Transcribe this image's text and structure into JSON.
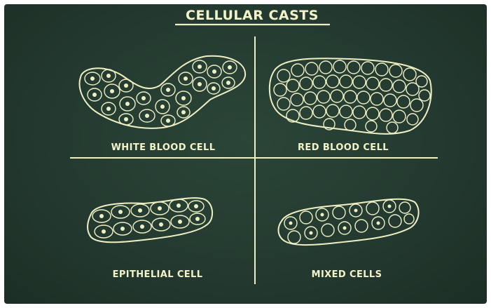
{
  "title": "CELLULAR CASTS",
  "panels": [
    {
      "label": "WHITE BLOOD CELL"
    },
    {
      "label": "RED BLOOD CELL"
    },
    {
      "label": "EPITHELIAL CELL"
    },
    {
      "label": "MIXED CELLS"
    }
  ],
  "colors": {
    "background": "#243a30",
    "line": "#eef0c4"
  }
}
